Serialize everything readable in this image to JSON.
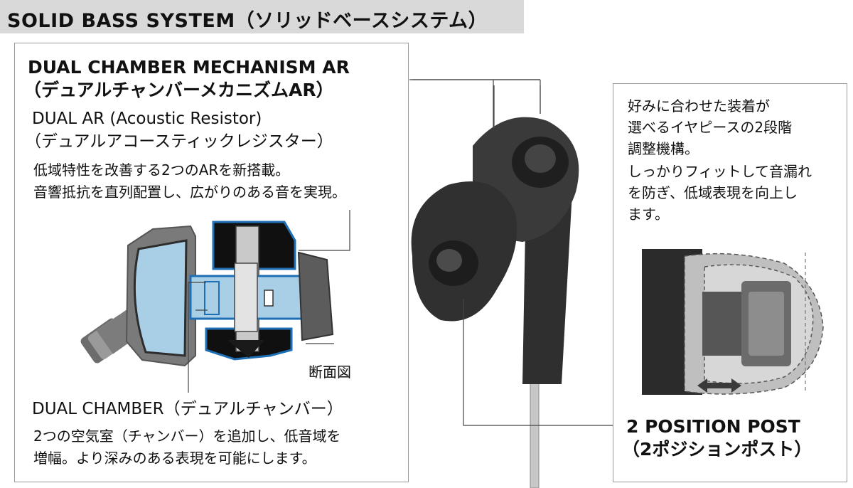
{
  "header": {
    "title": "SOLID BASS SYSTEM（ソリッドベースシステム）"
  },
  "dual_chamber_mechanism": {
    "title_en": "DUAL CHAMBER MECHANISM AR",
    "title_jp": "（デュアルチャンバーメカニズムAR）"
  },
  "dual_ar": {
    "title_en": "DUAL AR (Acoustic Resistor)",
    "title_jp": "（デュアルアコースティックレジスター）",
    "desc_line1": "低域特性を改善する2つのARを新搭載。",
    "desc_line2": "音響抵抗を直列配置し、広がりのある音を実現。"
  },
  "cross_section_label": "断面図",
  "dual_chamber": {
    "title": "DUAL CHAMBER（デュアルチャンバー）",
    "desc_line1": "2つの空気室（チャンバー）を追加し、低音域を",
    "desc_line2": "増幅。より深みのある表現を可能にします。"
  },
  "adjust": {
    "line1": "好みに合わせた装着が",
    "line2": "選べるイヤピースの2段階",
    "line3": "調整機構。",
    "line4": "しっかりフィットして音漏れ",
    "line5": "を防ぎ、低域表現を向上し",
    "line6": "ます。"
  },
  "two_position_post": {
    "title_en": "2 POSITION POST",
    "title_jp": "（2ポジションポスト）"
  },
  "colors": {
    "accent_blue": "#1e6fb5",
    "light_blue": "#a9cfe6",
    "header_gray": "#d9d9d9"
  },
  "icons": [
    "earphone-illustration",
    "cross-section-diagram",
    "position-post-illustration",
    "double-arrow-icon"
  ]
}
